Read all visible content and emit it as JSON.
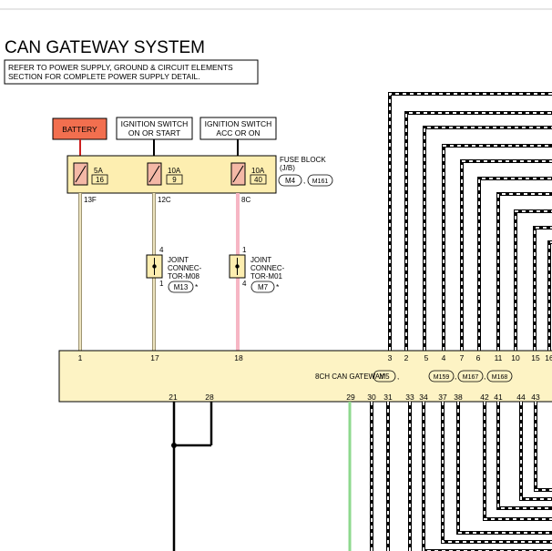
{
  "title": "CAN GATEWAY SYSTEM",
  "note_lines": [
    "REFER TO POWER SUPPLY, GROUND & CIRCUIT ELEMENTS",
    "SECTION FOR COMPLETE POWER SUPPLY DETAIL."
  ],
  "battery": "BATTERY",
  "ign_on_start": [
    "IGNITION SWITCH",
    "ON OR START"
  ],
  "ign_acc_on": [
    "IGNITION SWITCH",
    "ACC OR ON"
  ],
  "fuse_block": {
    "label": "FUSE BLOCK",
    "sublabel": "(J/B)",
    "connectors": [
      "M4",
      "M161"
    ],
    "fuses": [
      {
        "amp": "5A",
        "num": "16",
        "terminal": "13F"
      },
      {
        "amp": "10A",
        "num": "9",
        "terminal": "12C"
      },
      {
        "amp": "10A",
        "num": "40",
        "terminal": "8C"
      }
    ]
  },
  "joint_m08": {
    "label": [
      "JOINT",
      "CONNEC-",
      "TOR-M08"
    ],
    "connector": "M13",
    "star": "*",
    "pin_top": "4",
    "pin_bottom": "1"
  },
  "joint_m01": {
    "label": [
      "JOINT",
      "CONNEC-",
      "TOR-M01"
    ],
    "connector": "M7",
    "star": "*",
    "pin_top": "1",
    "pin_bottom": "4"
  },
  "gateway": {
    "label": "8CH CAN GATEWAY",
    "connectors": [
      "M5",
      "M159",
      "M167",
      "M168"
    ],
    "top_pins": [
      "1",
      "17",
      "18",
      "3",
      "2",
      "5",
      "4",
      "7",
      "6",
      "11",
      "10",
      "15",
      "16"
    ],
    "bottom_pins": [
      "21",
      "28",
      "29",
      "30",
      "31",
      "33",
      "34",
      "37",
      "38",
      "42",
      "41",
      "44",
      "43"
    ]
  },
  "colors": {
    "battery_fill": "#f26f4f",
    "fuse_block_fill": "#fdeeb0",
    "fuse_fill": "#f4b8a6",
    "gateway_fill": "#fdf3c4",
    "joint_fill": "#fdeeb0",
    "wire_red": "#cc2020",
    "wire_pink": "#f6b6c4",
    "wire_tan": "#d8cfa6",
    "wire_green": "#8ed88e",
    "wire_black": "#000000"
  }
}
